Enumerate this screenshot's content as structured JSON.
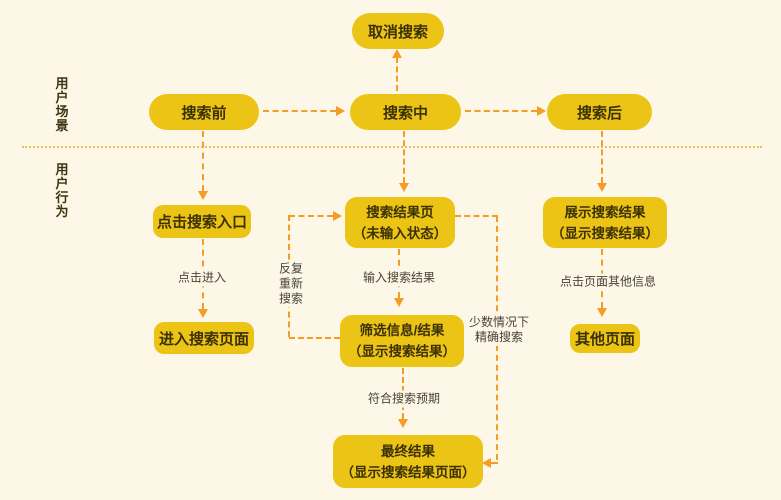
{
  "colors": {
    "background": "#FCF7E7",
    "node_fill": "#ECC416",
    "node_text": "#3B3104",
    "arrow": "#F59C26",
    "divider_dots": "#F3BB55",
    "edge_label_text": "#4A4238"
  },
  "lanes": {
    "scenario": "用户场景",
    "behavior": "用户行为"
  },
  "nodes": {
    "cancel_search": {
      "label": "取消搜索"
    },
    "pre_search": {
      "label": "搜索前"
    },
    "in_search": {
      "label": "搜索中"
    },
    "post_search": {
      "label": "搜索后"
    },
    "click_entry": {
      "label": "点击搜索入口"
    },
    "enter_page": {
      "label": "进入搜索页面"
    },
    "results_page": {
      "line1": "搜索结果页",
      "line2": "（未输入状态）"
    },
    "filter_results": {
      "line1": "筛选信息/结果",
      "line2": "（显示搜索结果）"
    },
    "show_results": {
      "line1": "展示搜索结果",
      "line2": "（显示搜索结果）"
    },
    "other_page": {
      "label": "其他页面"
    },
    "final_result": {
      "line1": "最终结果",
      "line2": "（显示搜索结果页面）"
    }
  },
  "edge_labels": {
    "click_enter": "点击进入",
    "input_results": "输入搜索结果",
    "click_other_info": "点击页面其他信息",
    "meets_expectation": "符合搜索预期",
    "repeat_search": [
      "反复",
      "重新",
      "搜索"
    ],
    "precise_search": [
      "少数情况下",
      "精确搜索"
    ]
  }
}
